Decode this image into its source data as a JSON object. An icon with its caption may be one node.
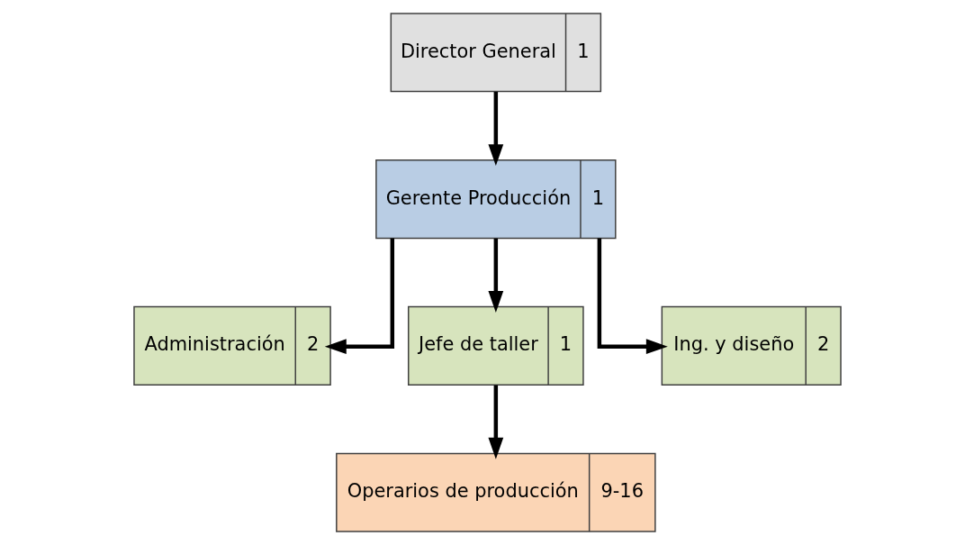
{
  "diagram": {
    "nodes": [
      {
        "text": [
          "Director General",
          "1"
        ]
      },
      {
        "text": [
          "Gerente Producción",
          "1"
        ]
      },
      {
        "text": [
          "Administración",
          "2"
        ]
      },
      {
        "text": [
          "Jefe de taller",
          "1"
        ]
      },
      {
        "text": [
          "Ing. y diseño",
          "2"
        ]
      },
      {
        "text": [
          "Operarios de producción",
          "9-16"
        ]
      }
    ],
    "edges": [
      {
        "from": 0,
        "to": 1,
        "arrow": "to"
      },
      {
        "from": 1,
        "to": 2,
        "arrow": "to"
      },
      {
        "from": 1,
        "to": 3,
        "arrow": "to"
      },
      {
        "from": 1,
        "to": 4,
        "arrow": "to"
      },
      {
        "from": 3,
        "to": 5,
        "arrow": "to"
      }
    ]
  }
}
